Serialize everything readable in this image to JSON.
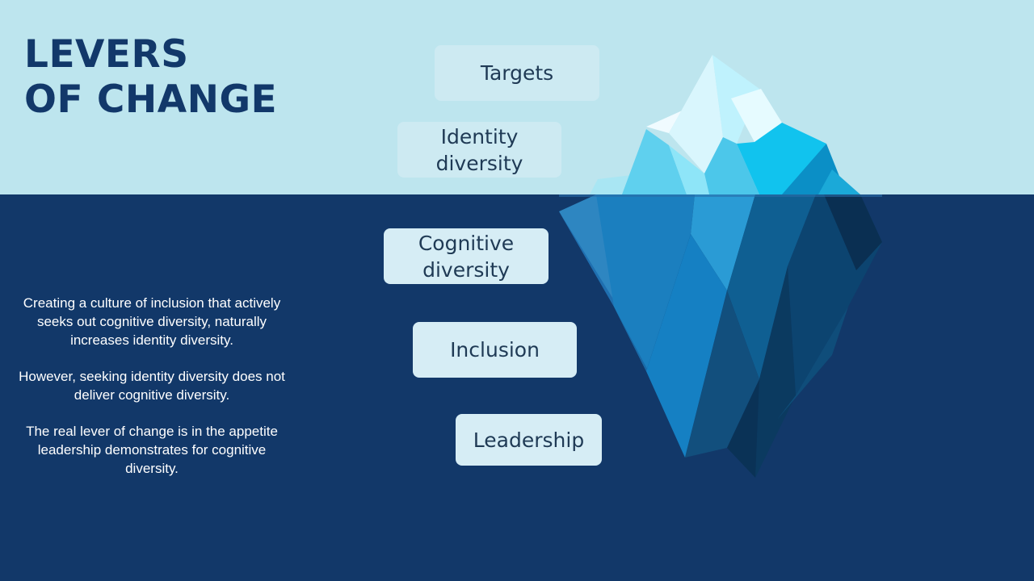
{
  "title": {
    "line1": "LEVERS",
    "line2": "OF CHANGE"
  },
  "paragraphs": [
    "Creating a culture of inclusion that actively seeks out cognitive diversity, naturally increases identity diversity.",
    "However, seeking identity diversity does not deliver cognitive diversity.",
    "The real lever of change is in the appetite leadership demonstrates for cognitive diversity."
  ],
  "levers": {
    "targets": "Targets",
    "identity_diversity": [
      "Identity",
      "diversity"
    ],
    "cognitive_diversity": [
      "Cognitive",
      "diversity"
    ],
    "inclusion": "Inclusion",
    "leadership": "Leadership"
  },
  "colors": {
    "sky": "#bde5ee",
    "sea": "#123869",
    "title": "#12386a",
    "label_bg": "#d6edf5",
    "label_text": "#1f3a55"
  }
}
